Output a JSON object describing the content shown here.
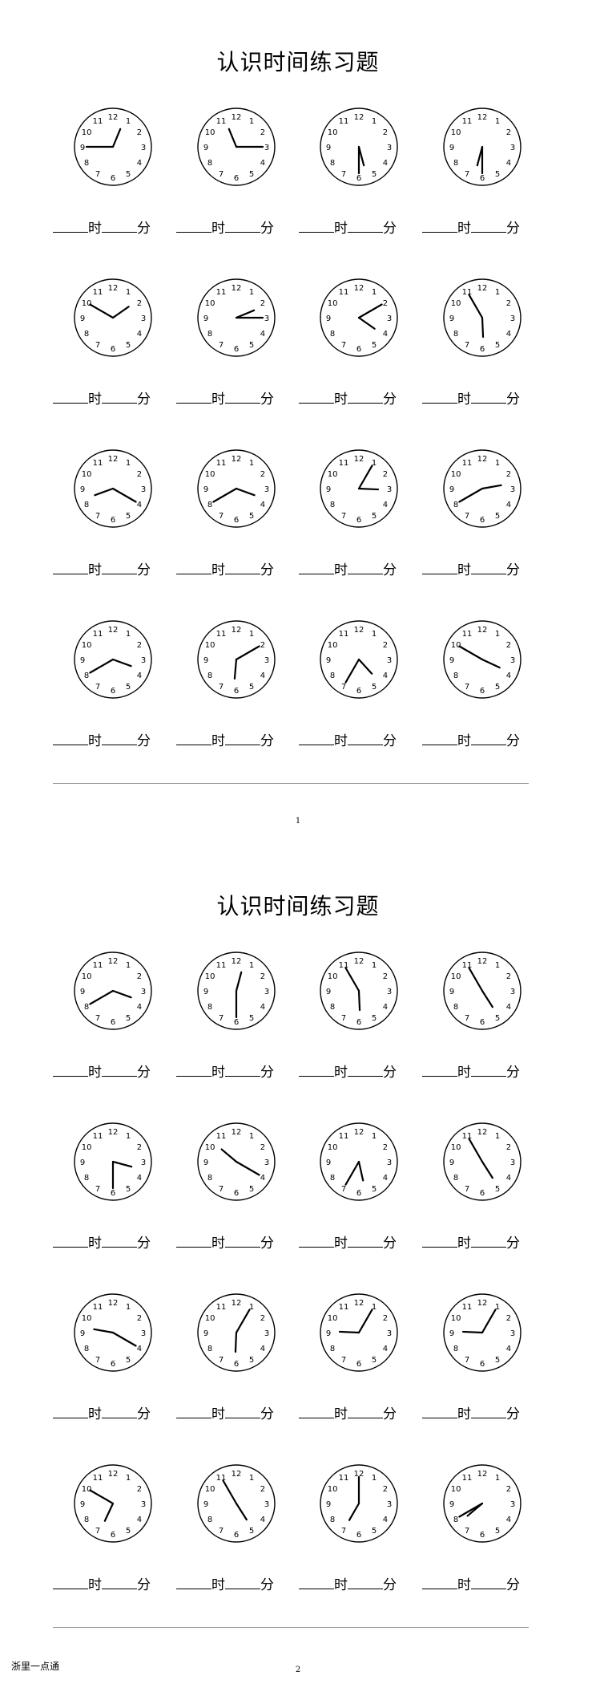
{
  "pages": [
    {
      "title": "认识时间练习题",
      "page_number": "1",
      "clocks": [
        {
          "hour": 12,
          "minute": 45
        },
        {
          "hour": 11,
          "minute": 15
        },
        {
          "hour": 5,
          "minute": 30
        },
        {
          "hour": 6,
          "minute": 30
        },
        {
          "hour": 1,
          "minute": 50
        },
        {
          "hour": 2,
          "minute": 15
        },
        {
          "hour": 4,
          "minute": 10
        },
        {
          "hour": 5,
          "minute": 55
        },
        {
          "hour": 8,
          "minute": 20
        },
        {
          "hour": 3,
          "minute": 40
        },
        {
          "hour": 3,
          "minute": 5
        },
        {
          "hour": 2,
          "minute": 40
        },
        {
          "hour": 3,
          "minute": 40
        },
        {
          "hour": 6,
          "minute": 10
        },
        {
          "hour": 4,
          "minute": 35
        },
        {
          "hour": 3,
          "minute": 50
        }
      ]
    },
    {
      "title": "认识时间练习题",
      "page_number": "2",
      "clocks": [
        {
          "hour": 3,
          "minute": 40
        },
        {
          "hour": 12,
          "minute": 30
        },
        {
          "hour": 5,
          "minute": 55
        },
        {
          "hour": 4,
          "minute": 55
        },
        {
          "hour": 3,
          "minute": 30
        },
        {
          "hour": 10,
          "minute": 20
        },
        {
          "hour": 5,
          "minute": 35
        },
        {
          "hour": 4,
          "minute": 55
        },
        {
          "hour": 9,
          "minute": 20
        },
        {
          "hour": 6,
          "minute": 5
        },
        {
          "hour": 9,
          "minute": 5
        },
        {
          "hour": 9,
          "minute": 5
        },
        {
          "hour": 6,
          "minute": 50
        },
        {
          "hour": 4,
          "minute": 55
        },
        {
          "hour": 7,
          "minute": 0
        },
        {
          "hour": 7,
          "minute": 40
        }
      ]
    }
  ],
  "answer_labels": {
    "hour": "时",
    "minute": "分"
  },
  "footer_text": "浙里一点通"
}
